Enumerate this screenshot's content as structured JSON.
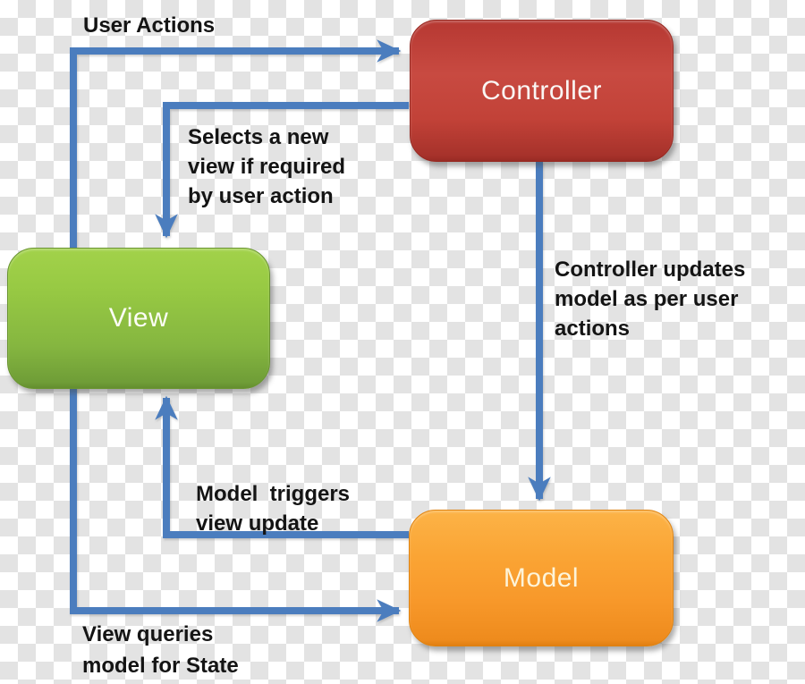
{
  "diagram": {
    "type": "flow-diagram",
    "subject": "Model-View-Controller (MVC) interaction",
    "nodes": {
      "controller": {
        "label": "Controller",
        "fill": "#c24238",
        "text_color": "#faf6f4"
      },
      "view": {
        "label": "View",
        "fill": "#85b640",
        "text_color": "#fcfdf6"
      },
      "model": {
        "label": "Model",
        "fill": "#f8992b",
        "text_color": "#fdf4d9"
      }
    },
    "edges": {
      "user_actions": {
        "from": "View",
        "to": "Controller",
        "label": "User Actions"
      },
      "selects_view": {
        "from": "Controller",
        "to": "View",
        "label": "Selects a new\nview if required\nby user action"
      },
      "controller_updates": {
        "from": "Controller",
        "to": "Model",
        "label": "Controller updates\nmodel as per user\nactions"
      },
      "model_triggers": {
        "from": "Model",
        "to": "View",
        "label": "Model  triggers\nview update"
      },
      "view_queries": {
        "from": "View",
        "to": "Model",
        "label": "View queries\nmodel for State"
      }
    },
    "colors": {
      "arrow": "#4b7dbe",
      "edge_label_text": "#141414",
      "checker_light": "#ffffff",
      "checker_dark": "#e3e3e3"
    }
  }
}
